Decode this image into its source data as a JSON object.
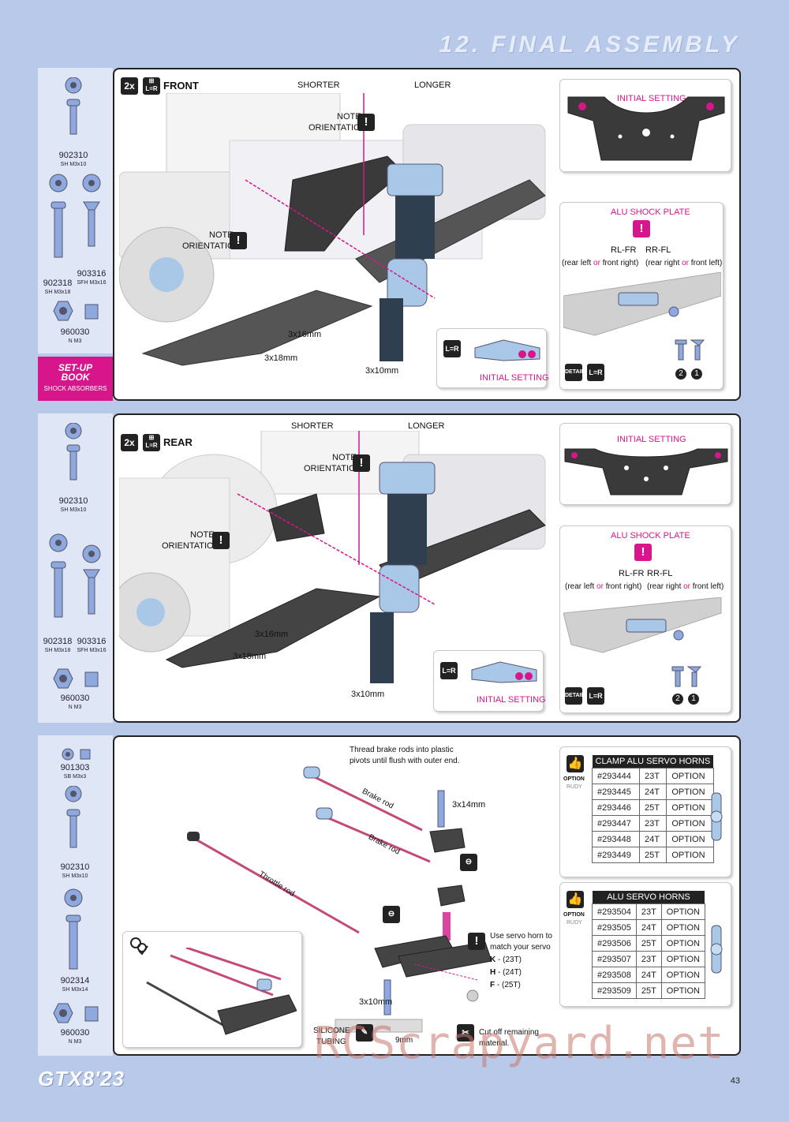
{
  "page": {
    "title": "12. FINAL ASSEMBLY",
    "footer_logo": "GTX8'23",
    "page_number": "43",
    "watermark": "RCScrapyard.net"
  },
  "section1": {
    "qty": "2x",
    "position": "FRONT",
    "parts": [
      {
        "code": "902310",
        "desc": "SH M3x10"
      },
      {
        "code": "902318",
        "desc": "SH M3x18"
      },
      {
        "code": "903316",
        "desc": "SFH M3x16"
      },
      {
        "code": "960030",
        "desc": "N M3"
      }
    ],
    "setup_book": {
      "line1": "SET-UP",
      "line2": "BOOK",
      "line3": "SHOCK ABSORBERS"
    },
    "labels": {
      "shorter": "SHORTER",
      "longer": "LONGER",
      "note1": "NOTE",
      "orientation1": "ORIENTATION",
      "note2": "NOTE",
      "orientation2": "ORIENTATION",
      "screw_3x16": "3x16mm",
      "screw_3x18": "3x18mm",
      "screw_3x10": "3x10mm"
    },
    "initial_setting_top": "INITIAL SETTING",
    "alu_shock_plate": {
      "title": "ALU SHOCK PLATE",
      "rl_fr": "RL-FR",
      "rr_fl": "RR-FL",
      "rl_fr_desc_a": "(rear left ",
      "rl_fr_or": "or",
      "rl_fr_desc_b": " front right)",
      "rr_fl_desc_a": "(rear right ",
      "rr_fl_or": "or",
      "rr_fl_desc_b": " front left)",
      "detail": "DETAIL",
      "lr": "L=R",
      "num2": "2",
      "num1": "1"
    },
    "initial_setting_bottom": "INITIAL SETTING",
    "lr_box": "L=R"
  },
  "section2": {
    "qty": "2x",
    "position": "REAR",
    "parts": [
      {
        "code": "902310",
        "desc": "SH M3x10"
      },
      {
        "code": "902318",
        "desc": "SH M3x18"
      },
      {
        "code": "903316",
        "desc": "SFH M3x16"
      },
      {
        "code": "960030",
        "desc": "N M3"
      }
    ],
    "labels": {
      "shorter": "SHORTER",
      "longer": "LONGER",
      "note1": "NOTE",
      "orientation1": "ORIENTATION",
      "note2": "NOTE",
      "orientation2": "ORIENTATION",
      "screw_3x16": "3x16mm",
      "screw_3x18": "3x18mm",
      "screw_3x10": "3x10mm"
    },
    "initial_setting_top": "INITIAL SETTING",
    "alu_shock_plate": {
      "title": "ALU SHOCK PLATE",
      "rl_fr": "RL-FR",
      "rr_fl": "RR-FL",
      "rl_fr_desc_a": "(rear left ",
      "rl_fr_or": "or",
      "rl_fr_desc_b": " front right)",
      "rr_fl_desc_a": "(rear right ",
      "rr_fl_or": "or",
      "rr_fl_desc_b": " front left)",
      "detail": "DETAIL",
      "lr": "L=R",
      "num2": "2",
      "num1": "1"
    },
    "initial_setting_bottom": "INITIAL SETTING",
    "lr_box": "L=R"
  },
  "section3": {
    "parts": [
      {
        "code": "901303",
        "desc": "SB M3x3"
      },
      {
        "code": "902310",
        "desc": "SH M3x10"
      },
      {
        "code": "902314",
        "desc": "SH M3x14"
      },
      {
        "code": "960030",
        "desc": "N M3"
      }
    ],
    "labels": {
      "thread_note_1": "Thread brake rods into plastic",
      "thread_note_2": "pivots until flush with outer end.",
      "brake_rod_1": "Brake rod",
      "brake_rod_2": "Brake rod",
      "throttle_rod": "Throttle rod",
      "screw_3x14": "3x14mm",
      "screw_3x10": "3x10mm",
      "servo_note_1": "Use servo horn to",
      "servo_note_2": "match your servo",
      "silicone_1": "SILICONE",
      "silicone_2": "TUBING",
      "tubing_len": "9mm",
      "cut_note_1": "Cut off remaining",
      "cut_note_2": "material."
    },
    "servo_options": [
      {
        "letter": "K",
        "sep": " -",
        "teeth": "(23T)"
      },
      {
        "letter": "H",
        "sep": " -",
        "teeth": "(24T)"
      },
      {
        "letter": "F",
        "sep": " -",
        "teeth": "(25T)"
      }
    ],
    "option_word": "OPTION",
    "option_brand": "RUDY",
    "table1": {
      "title": "CLAMP ALU SERVO HORNS",
      "rows": [
        {
          "code": "#293444",
          "teeth": "23T",
          "type": "OPTION"
        },
        {
          "code": "#293445",
          "teeth": "24T",
          "type": "OPTION"
        },
        {
          "code": "#293446",
          "teeth": "25T",
          "type": "OPTION"
        },
        {
          "code": "#293447",
          "teeth": "23T",
          "type": "OPTION"
        },
        {
          "code": "#293448",
          "teeth": "24T",
          "type": "OPTION"
        },
        {
          "code": "#293449",
          "teeth": "25T",
          "type": "OPTION"
        }
      ]
    },
    "table2": {
      "title": "ALU SERVO HORNS",
      "rows": [
        {
          "code": "#293504",
          "teeth": "23T",
          "type": "OPTION"
        },
        {
          "code": "#293505",
          "teeth": "24T",
          "type": "OPTION"
        },
        {
          "code": "#293506",
          "teeth": "25T",
          "type": "OPTION"
        },
        {
          "code": "#293507",
          "teeth": "23T",
          "type": "OPTION"
        },
        {
          "code": "#293508",
          "teeth": "24T",
          "type": "OPTION"
        },
        {
          "code": "#293509",
          "teeth": "25T",
          "type": "OPTION"
        }
      ]
    }
  },
  "colors": {
    "accent": "#d6168a",
    "background": "#b9c9e9",
    "part_blue": "#8ea9e0",
    "carbon": "#3a3a3a"
  }
}
